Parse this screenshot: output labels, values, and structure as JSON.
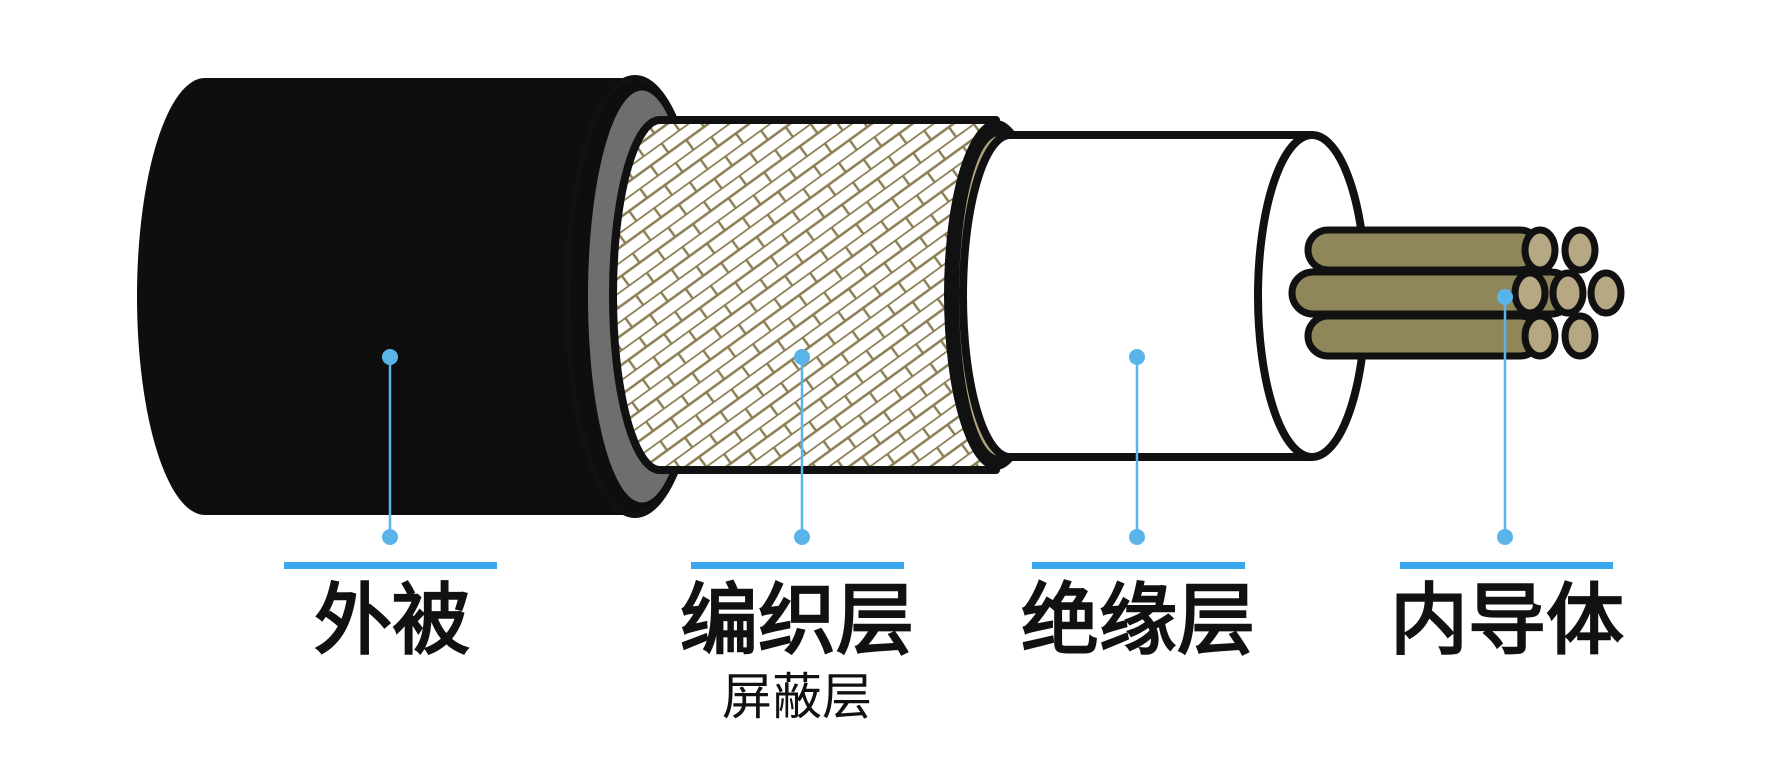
{
  "colors": {
    "jacket": "#0e0e0e",
    "jacket_edge": "#6e6e6e",
    "braid_fill": "#ffffff",
    "braid_line": "#8b7d52",
    "shield_ring": "#b0a27d",
    "insulation": "#ffffff",
    "conductor": "#8f8659",
    "conductor_end": "#b5a883",
    "leader": "#5ab4ea",
    "label_bar": "#3aa8ee",
    "outline": "#111111"
  },
  "labels": {
    "jacket": {
      "main": "外被"
    },
    "braid": {
      "main": "编织层",
      "sub": "屏蔽层"
    },
    "insulation": {
      "main": "绝缘层"
    },
    "conductor": {
      "main": "内导体"
    }
  }
}
